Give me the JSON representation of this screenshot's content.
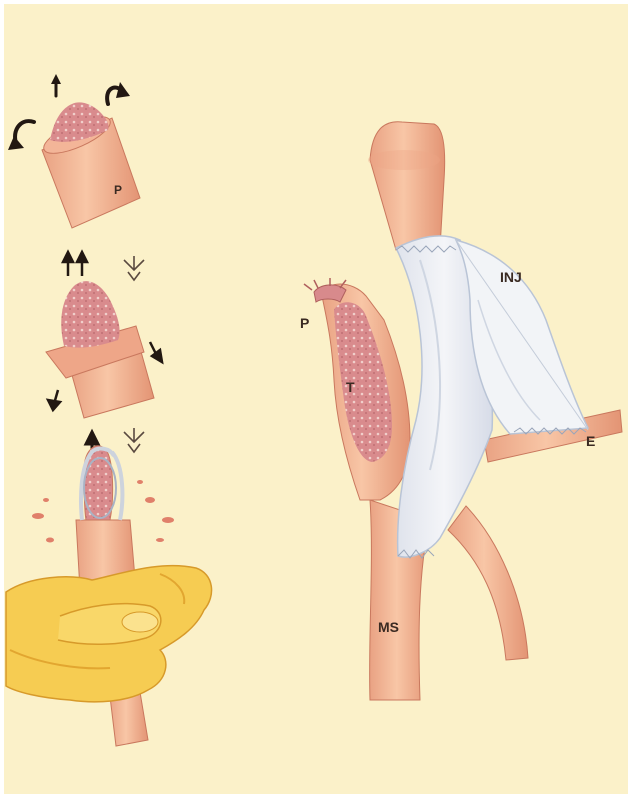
{
  "figure": {
    "left_panel": {
      "labels": {
        "p": "P"
      }
    },
    "right_panel": {
      "labels": {
        "inj": "INJ",
        "p": "P",
        "t": "T",
        "e": "E",
        "ms": "MS"
      }
    }
  },
  "colors": {
    "background": "#fbf1c9",
    "vessel_wall": "#f0b090",
    "vessel_shadow": "#d9866a",
    "thrombus": "#d88a8c",
    "thrombus_dots": "#f3d2cf",
    "graft": "#eef0f4",
    "graft_edge": "#b9c4d6",
    "glove": "#f6cc52",
    "glove_shadow": "#e2a630",
    "arrow": "#221812",
    "blood": "#e0806a"
  }
}
